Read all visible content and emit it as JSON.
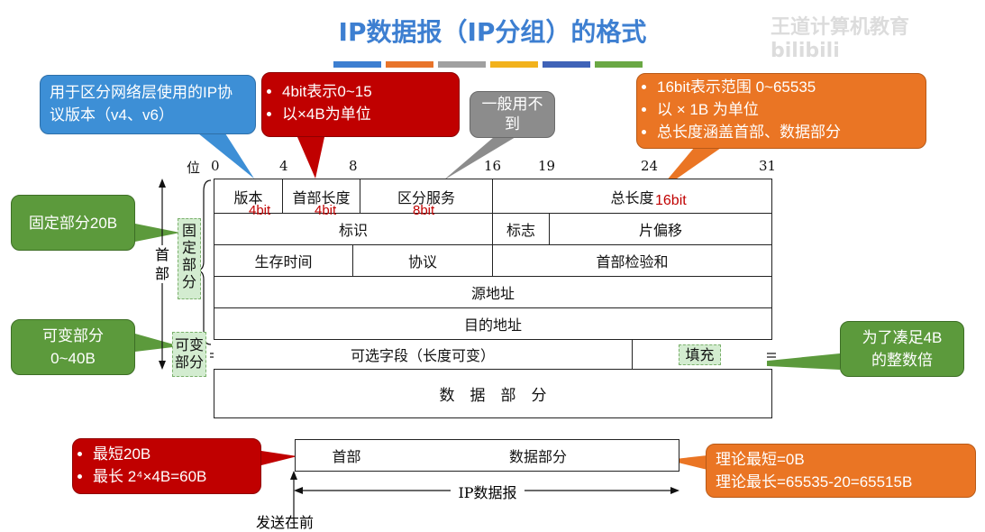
{
  "title": "IP数据报（IP分组）的格式",
  "watermark": "王道计算机教育 bilibili",
  "color_bars": [
    "#3d7fd1",
    "#e8742a",
    "#a0a0a0",
    "#f2b21c",
    "#3f63b8",
    "#6aa844"
  ],
  "callouts": {
    "version_note": "用于区分网络层使用的IP协议版本（v4、v6）",
    "header_len_items": [
      "4bit表示0~15",
      "以×4B为单位"
    ],
    "service_note": "一般用不到",
    "total_len_items": [
      "16bit表示范围 0~65535",
      "以 × 1B 为单位",
      "总长度涵盖首部、数据部分"
    ],
    "fixed_part": "固定部分20B",
    "variable_part": "可变部分0~40B",
    "padding_note": "为了凑足4B的整数倍",
    "min_max_items": [
      "最短20B",
      "最长 2⁴×4B=60B"
    ],
    "theory_min": "理论最短=0B",
    "theory_max": "理论最长=65535-20=65515B"
  },
  "bit_scale": {
    "label": "位",
    "marks": [
      "0",
      "4",
      "8",
      "16",
      "19",
      "24",
      "31"
    ]
  },
  "side_labels": {
    "header": "首部",
    "fixed": "固定部分",
    "variable": "可变部分"
  },
  "fields": {
    "version": "版本",
    "header_length": "首部长度",
    "service": "区分服务",
    "total_length": "总长度",
    "identification": "标识",
    "flags": "标志",
    "fragment_offset": "片偏移",
    "ttl": "生存时间",
    "protocol": "协议",
    "checksum": "首部检验和",
    "source_addr": "源地址",
    "dest_addr": "目的地址",
    "options": "可选字段（长度可变）",
    "padding": "填充",
    "data": "数　据　部　分"
  },
  "red_bits": {
    "version": "4bit",
    "header_length": "4bit",
    "service": "8bit",
    "total_length": "16bit"
  },
  "datagram_bar": {
    "header": "首部",
    "data": "数据部分",
    "label": "IP数据报",
    "bottom_text": "发送在前"
  }
}
